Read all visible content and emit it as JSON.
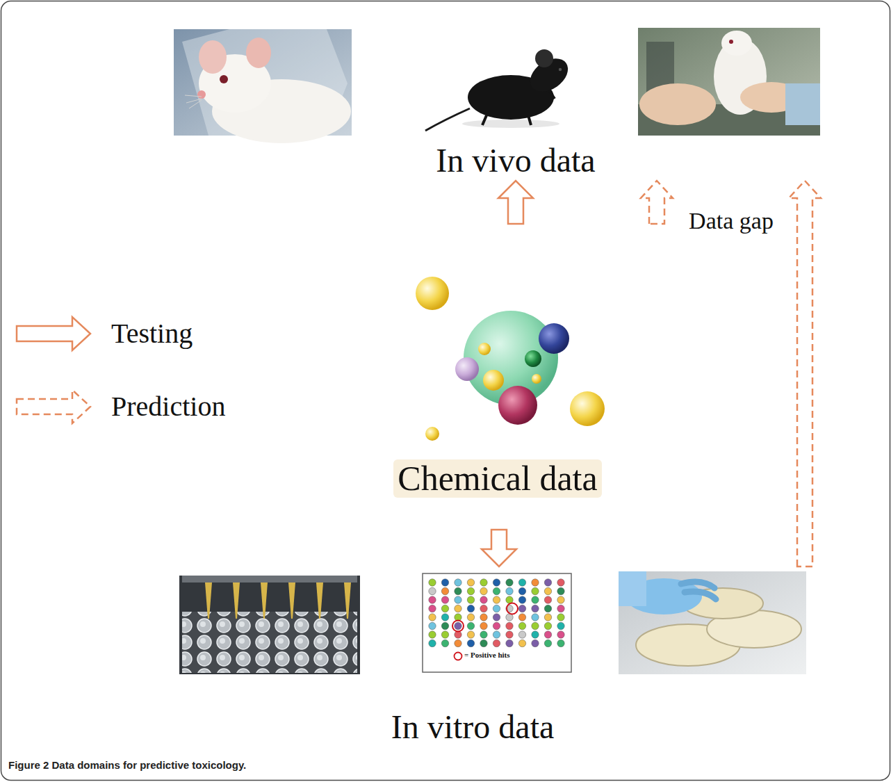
{
  "diagram": {
    "caption": "Figure 2 Data domains for predictive toxicology.",
    "nodes": [
      {
        "text": [
          "In vivo data"
        ]
      },
      {
        "text": [
          "Data gap"
        ]
      },
      {
        "text": [
          "Chemical data"
        ]
      },
      {
        "text": [
          "In vitro data"
        ]
      }
    ],
    "edges": [
      {
        "from": 2,
        "to": 0,
        "arrow": "to"
      },
      {
        "from": 2,
        "to": 3,
        "arrow": "to"
      },
      {
        "from": 2,
        "to": 0,
        "arrow": "to"
      },
      {
        "from": 3,
        "to": 0,
        "arrow": "to"
      }
    ],
    "labels": [
      "= Positive hits"
    ],
    "legend": [
      {
        "text": "Testing"
      },
      {
        "text": "Prediction"
      }
    ]
  }
}
